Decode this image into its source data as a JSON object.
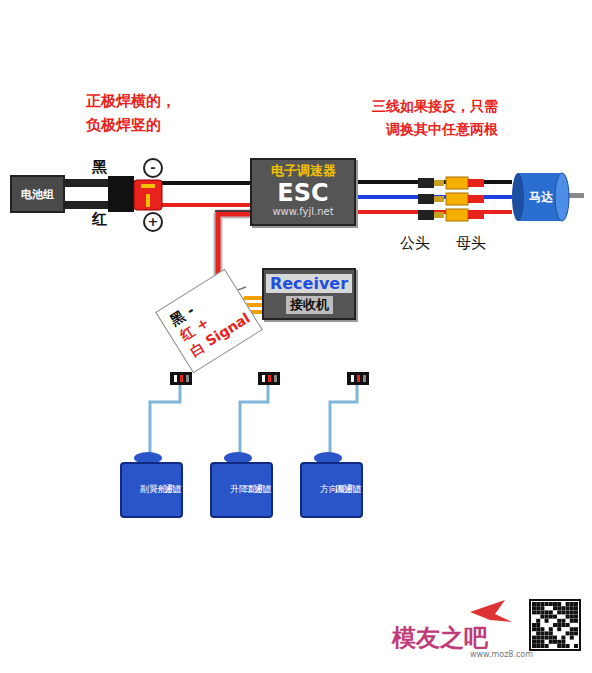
{
  "diagram": {
    "nodes": [
      {
        "text": [
          "电池组"
        ]
      },
      {
        "text": [
          "电子调速器",
          "ESC",
          "www.fyjl.net"
        ]
      },
      {
        "text": [
          "马达"
        ]
      },
      {
        "text": [
          "Receiver",
          "接收机"
        ]
      },
      {
        "text": [
          "黑 -",
          "红 +",
          "白 Signal"
        ]
      },
      {
        "text": [
          "副翼舵机",
          "一通道"
        ]
      },
      {
        "text": [
          "升降舵机",
          "二通道"
        ]
      },
      {
        "text": [
          "方向舵机",
          "四通道"
        ]
      }
    ],
    "edges": [
      {
        "from": 0,
        "to": 1,
        "arrow": "none"
      },
      {
        "from": 1,
        "to": 2,
        "arrow": "none"
      },
      {
        "from": 1,
        "to": 2,
        "arrow": "none"
      },
      {
        "from": 1,
        "to": 2,
        "arrow": "none"
      },
      {
        "from": 1,
        "to": 3,
        "arrow": "none"
      }
    ],
    "labels": [
      "正极焊横的，",
      "负极焊竖的",
      "黑",
      "红",
      "-",
      "+",
      "三线如果接反，只需",
      "调换其中任意两根",
      "公头",
      "母头",
      "模友之吧",
      "www.moz8.com"
    ]
  }
}
